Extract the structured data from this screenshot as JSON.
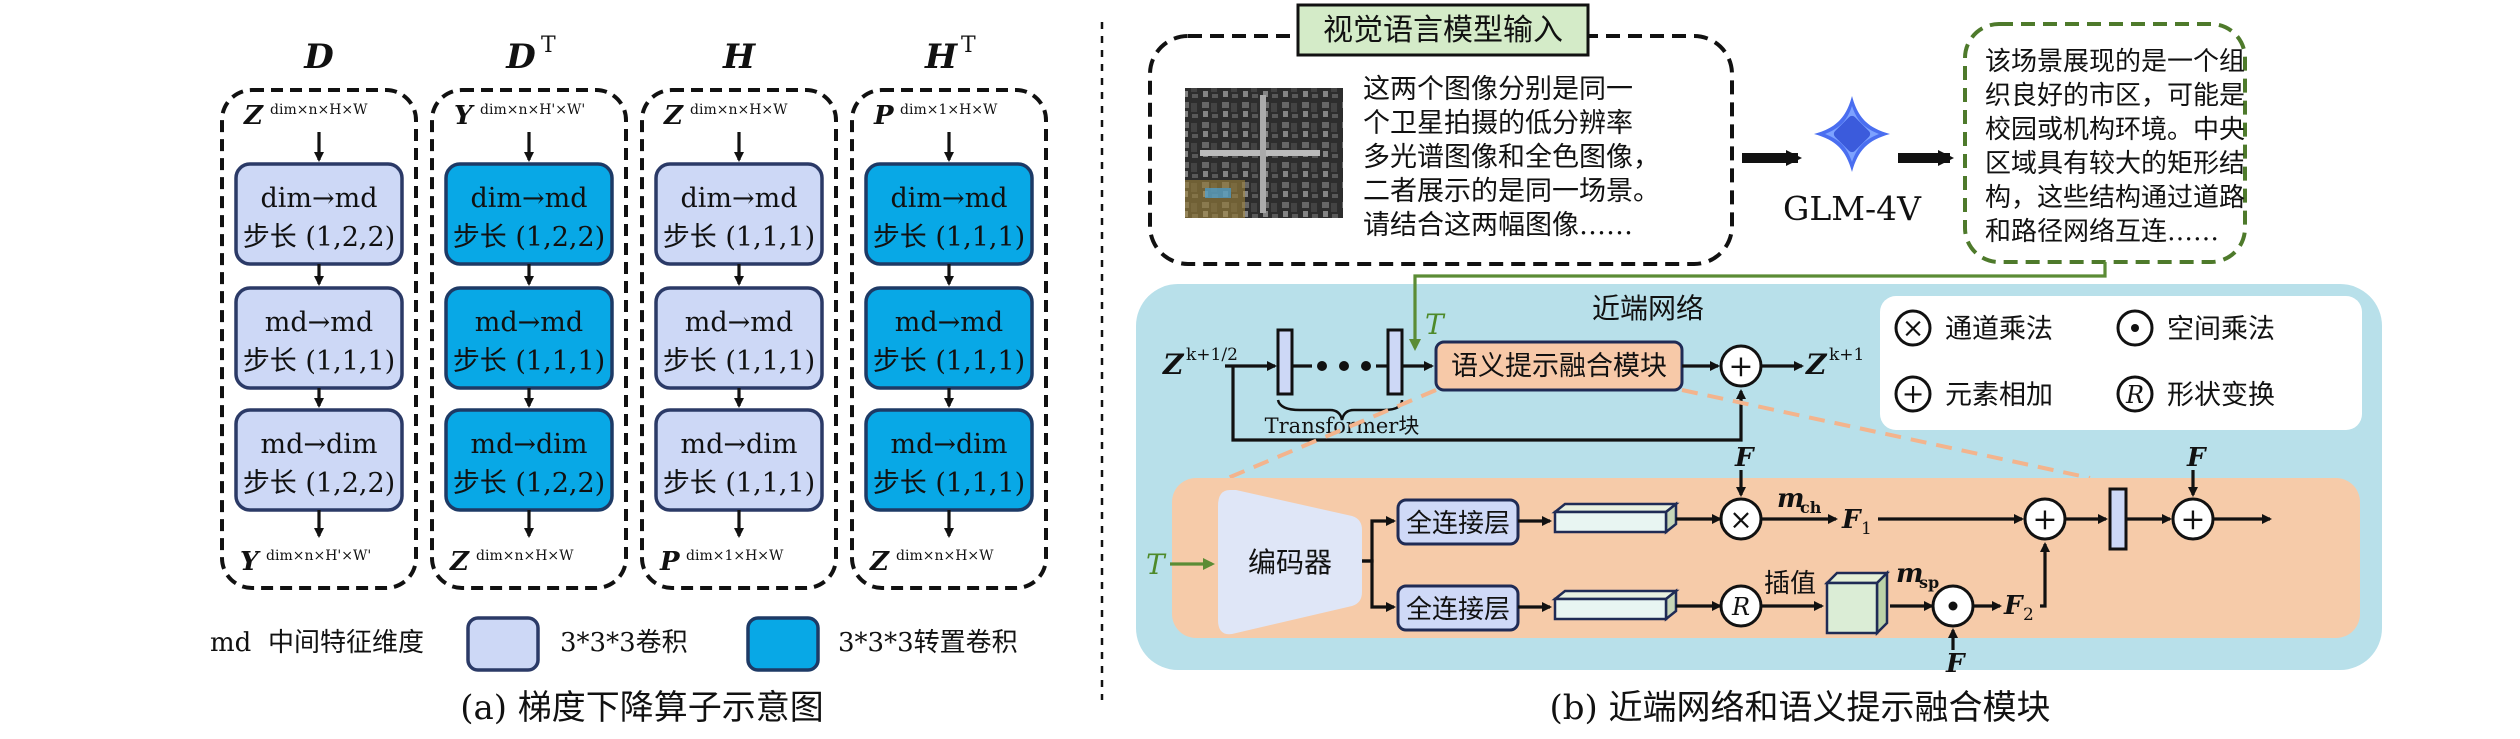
{
  "panel_a": {
    "columns": [
      {
        "title": "D",
        "title_sup": "",
        "input_sym": "Z",
        "input_sup": "dim×n×H×W",
        "output_sym": "Y",
        "output_sup": "dim×n×H'×W'",
        "kind": "conv",
        "blocks": [
          [
            "dim→md",
            "步长 (1,2,2)"
          ],
          [
            "md→md",
            "步长 (1,1,1)"
          ],
          [
            "md→dim",
            "步长 (1,2,2)"
          ]
        ]
      },
      {
        "title": "D",
        "title_sup": "T",
        "input_sym": "Y",
        "input_sup": "dim×n×H'×W'",
        "output_sym": "Z",
        "output_sup": "dim×n×H×W",
        "kind": "tconv",
        "blocks": [
          [
            "dim→md",
            "步长 (1,2,2)"
          ],
          [
            "md→md",
            "步长 (1,1,1)"
          ],
          [
            "md→dim",
            "步长 (1,2,2)"
          ]
        ]
      },
      {
        "title": "H",
        "title_sup": "",
        "input_sym": "Z",
        "input_sup": "dim×n×H×W",
        "output_sym": "P",
        "output_sup": "dim×1×H×W",
        "kind": "conv",
        "blocks": [
          [
            "dim→md",
            "步长 (1,1,1)"
          ],
          [
            "md→md",
            "步长 (1,1,1)"
          ],
          [
            "md→dim",
            "步长 (1,1,1)"
          ]
        ]
      },
      {
        "title": "H",
        "title_sup": "T",
        "input_sym": "P",
        "input_sup": "dim×1×H×W",
        "output_sym": "Z",
        "output_sup": "dim×n×H×W",
        "kind": "tconv",
        "blocks": [
          [
            "dim→md",
            "步长 (1,1,1)"
          ],
          [
            "md→md",
            "步长 (1,1,1)"
          ],
          [
            "md→dim",
            "步长 (1,1,1)"
          ]
        ]
      }
    ],
    "legend": {
      "md_abbr": "md",
      "md_desc": "中间特征维度",
      "conv": "3*3*3卷积",
      "tconv": "3*3*3转置卷积"
    },
    "caption": "(a) 梯度下降算子示意图"
  },
  "panel_b": {
    "vlm_label": "视觉语言模型输入",
    "prompt_lines": [
      "这两个图像分别是同一",
      "个卫星拍摄的低分辨率",
      "多光谱图像和全色图像，",
      "二者展示的是同一场景。",
      "请结合这两幅图像……"
    ],
    "model_name": "GLM-4V",
    "output_lines": [
      "该场景展现的是一个组",
      "织良好的市区，可能是",
      "校园或机构环境。中央",
      "区域具有较大的矩形结",
      "构，这些结构通过道路",
      "和路径网络互连……"
    ],
    "proximal_title": "近端网络",
    "input_sym": "Z",
    "input_sup": "k+1/2",
    "output_sym": "Z",
    "output_sup": "k+1",
    "T": "T",
    "transformer_label": "Transformer块",
    "fusion_label": "语义提示融合模块",
    "legend": [
      {
        "symbol": "×",
        "label": "通道乘法"
      },
      {
        "symbol": "·",
        "label": "空间乘法"
      },
      {
        "symbol": "+",
        "label": "元素相加"
      },
      {
        "symbol": "R",
        "label": "形状变换"
      }
    ],
    "encoder": "编码器",
    "fc": "全连接层",
    "interp": "插值",
    "F": "F",
    "m_ch": "m",
    "m_ch_sub": "ch",
    "m_sp": "m",
    "m_sp_sub": "sp",
    "F1": "F",
    "F1_sub": "1",
    "F2": "F",
    "F2_sub": "2",
    "caption": "(b) 近端网络和语义提示融合模块"
  }
}
